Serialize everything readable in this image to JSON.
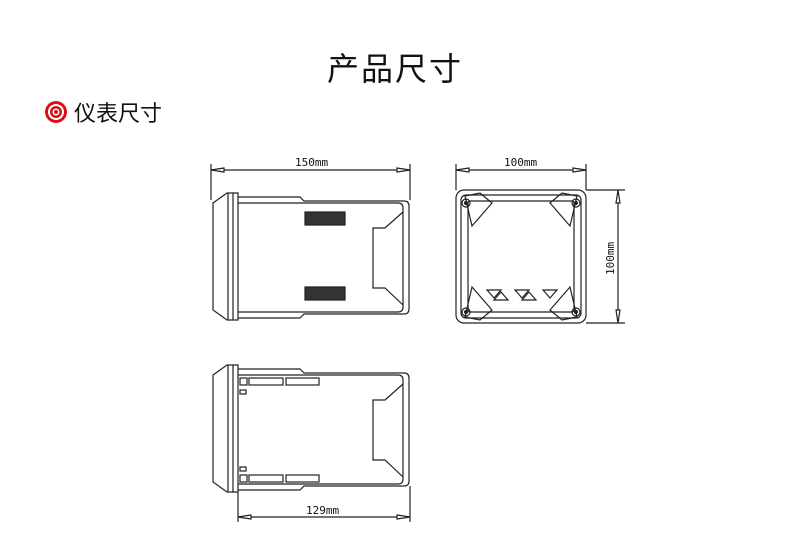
{
  "page": {
    "title": "产品尺寸",
    "section": {
      "label": "仪表尺寸",
      "icon": "target-icon",
      "accent": "#d7101a"
    }
  },
  "drawings": {
    "side_view": {
      "dimension_label": "150mm"
    },
    "front_view": {
      "width_label": "100mm",
      "height_label": "100mm"
    },
    "top_view": {
      "dimension_label": "129mm"
    }
  }
}
